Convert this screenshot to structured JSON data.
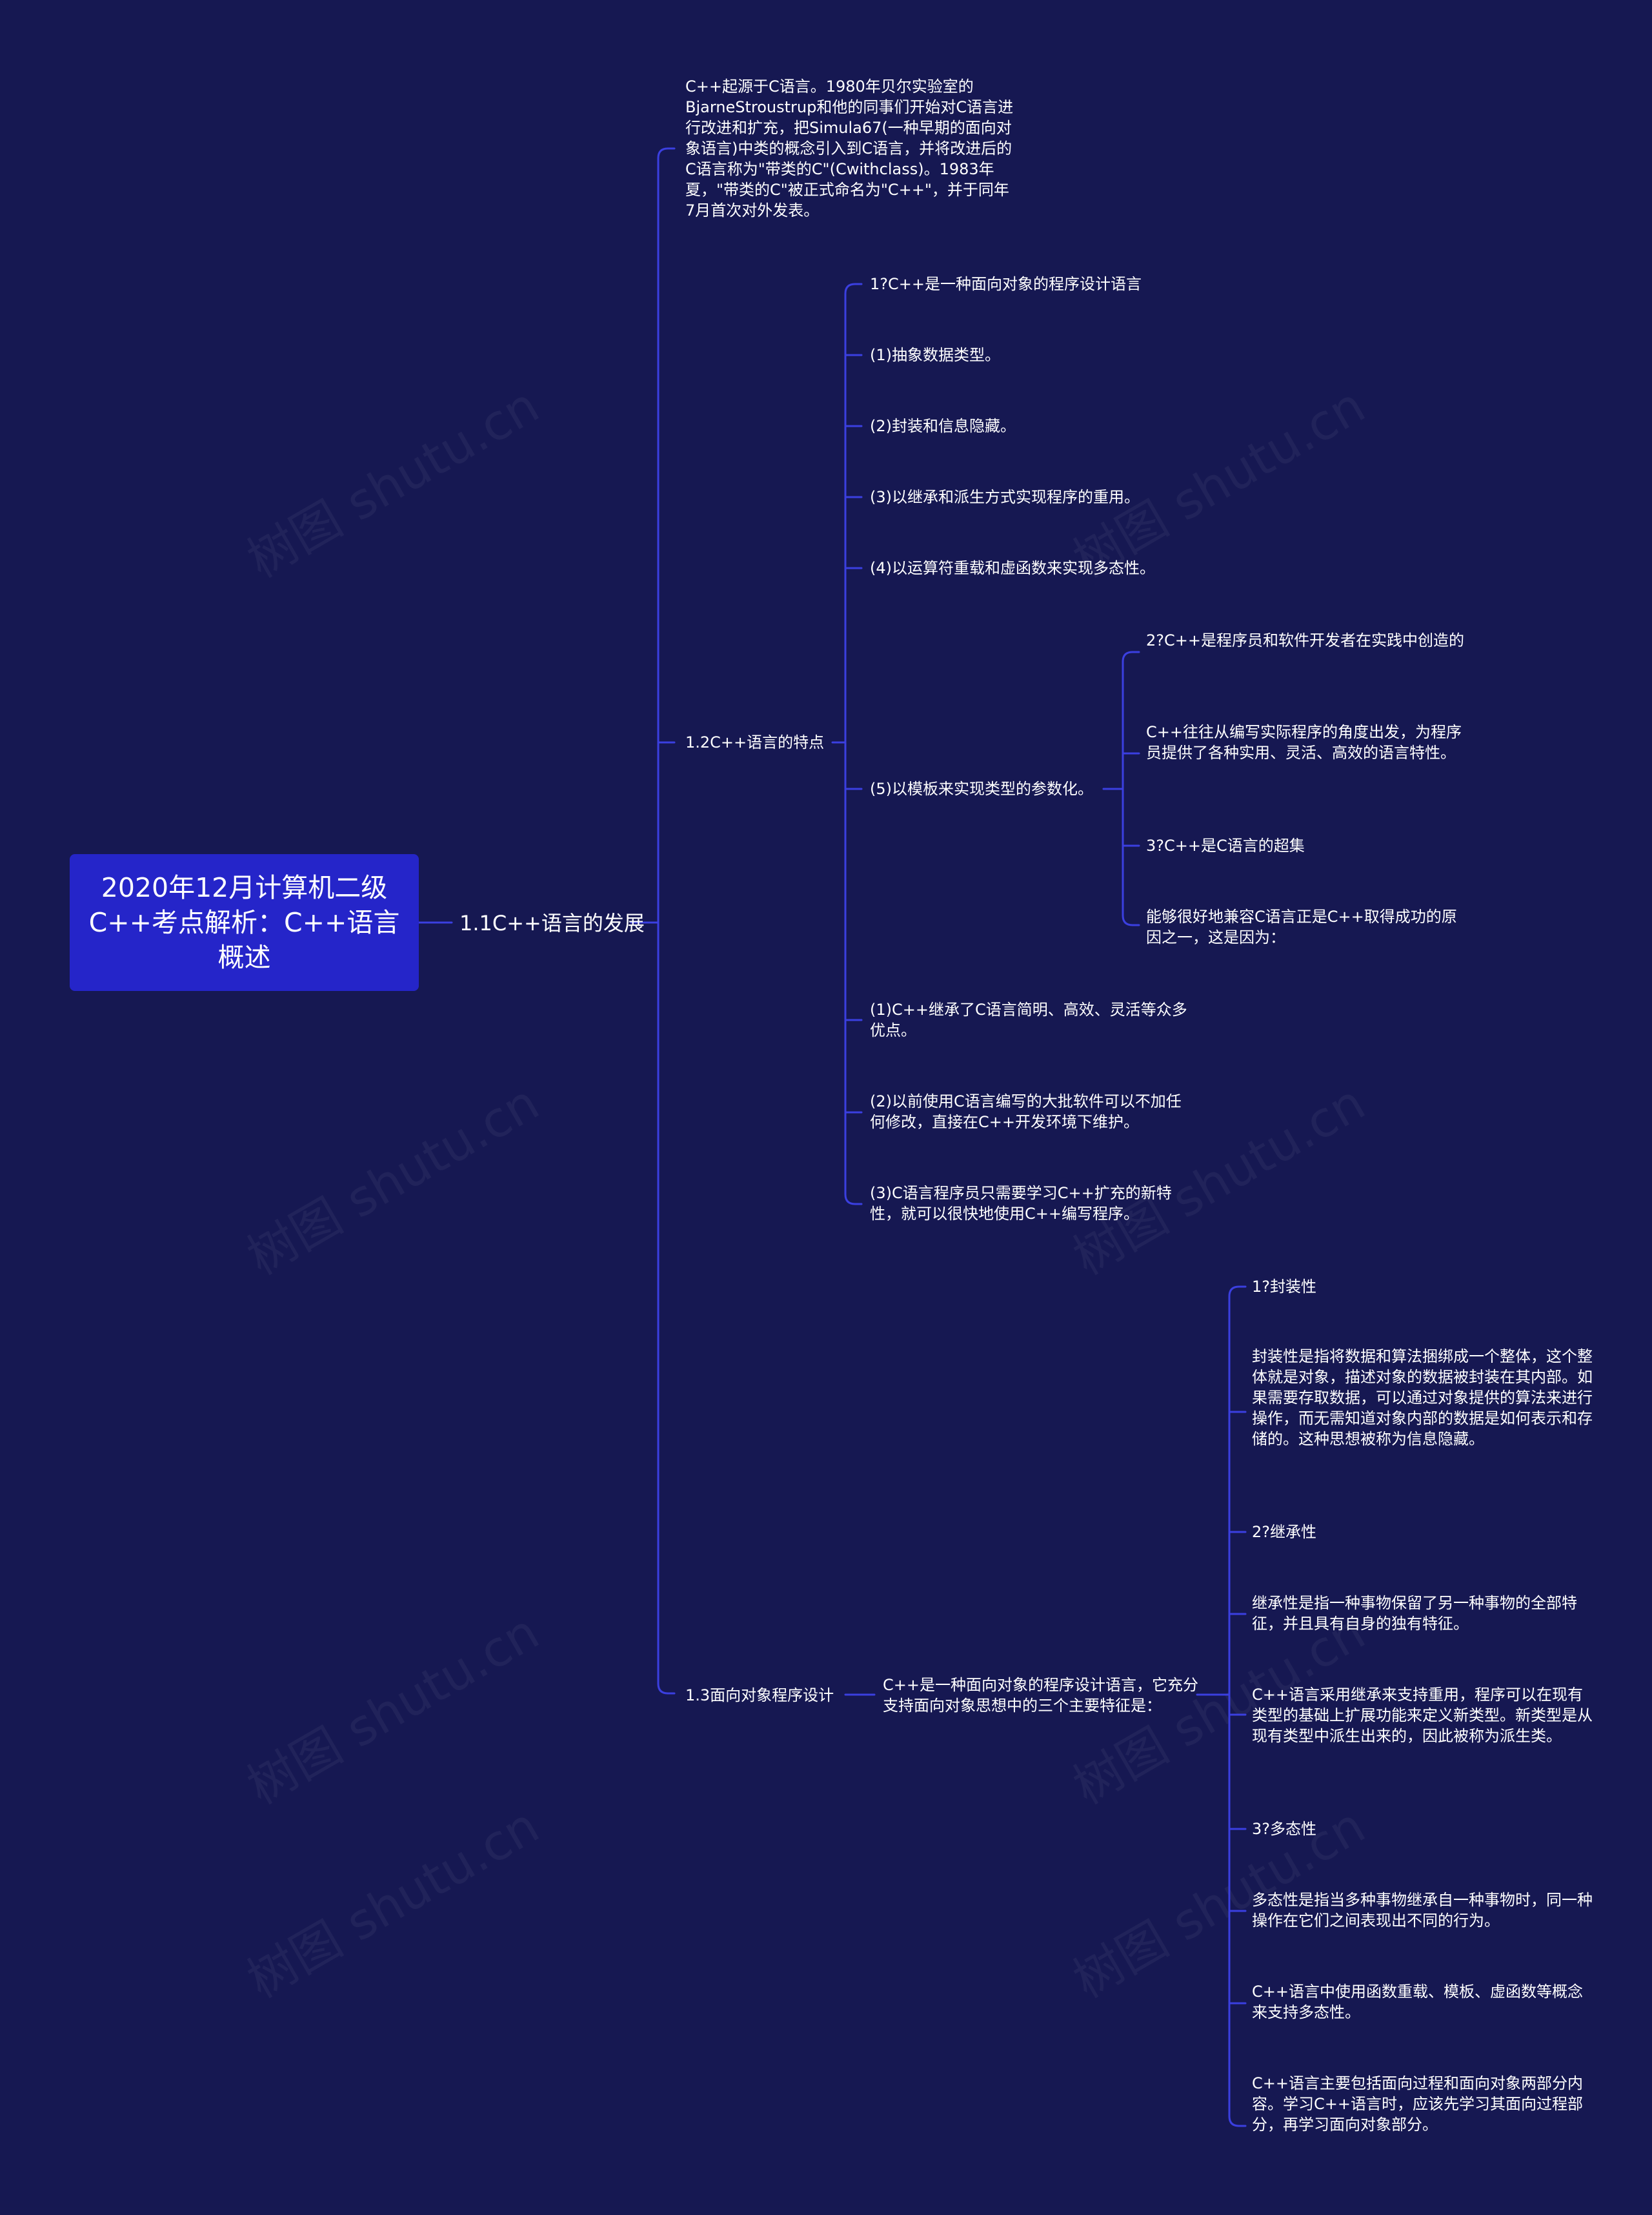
{
  "watermark": "树图 shutu.cn",
  "colors": {
    "background": "#161852",
    "root_fill": "#2525c9",
    "line": "#3b3fe0",
    "text": "#ffffff"
  },
  "root": {
    "title": "2020年12月计算机二级C++考点解析：C++语言概述"
  },
  "section": {
    "label": "1.1C++语言的发展"
  },
  "history": {
    "text": "C++起源于C语言。1980年贝尔实验室的BjarneStroustrup和他的同事们开始对C语言进行改进和扩充，把Simula67(一种早期的面向对象语言)中类的概念引入到C语言，并将改进后的C语言称为\"带类的C\"(Cwithclass)。1983年夏，\"带类的C\"被正式命名为\"C++\"，并于同年7月首次对外发表。"
  },
  "features": {
    "label": "1.2C++语言的特点",
    "items": [
      "1?C++是一种面向对象的程序设计语言",
      "(1)抽象数据类型。",
      "(2)封装和信息隐藏。",
      "(3)以继承和派生方式实现程序的重用。",
      "(4)以运算符重载和虚函数来实现多态性。",
      "(5)以模板来实现类型的参数化。",
      "(1)C++继承了C语言简明、高效、灵活等众多优点。",
      "(2)以前使用C语言编写的大批软件可以不加任何修改，直接在C++开发环境下维护。",
      "(3)C语言程序员只需要学习C++扩充的新特性，就可以很快地使用C++编写程序。"
    ],
    "template_children": [
      "2?C++是程序员和软件开发者在实践中创造的",
      "C++往往从编写实际程序的角度出发，为程序员提供了各种实用、灵活、高效的语言特性。",
      "3?C++是C语言的超集",
      "能够很好地兼容C语言正是C++取得成功的原因之一，这是因为："
    ]
  },
  "oop": {
    "label": "1.3面向对象程序设计",
    "intro": "C++是一种面向对象的程序设计语言，它充分支持面向对象思想中的三个主要特征是：",
    "items": [
      "1?封装性",
      "封装性是指将数据和算法捆绑成一个整体，这个整体就是对象，描述对象的数据被封装在其内部。如果需要存取数据，可以通过对象提供的算法来进行操作，而无需知道对象内部的数据是如何表示和存储的。这种思想被称为信息隐藏。",
      "2?继承性",
      "继承性是指一种事物保留了另一种事物的全部特征，并且具有自身的独有特征。",
      "C++语言采用继承来支持重用，程序可以在现有类型的基础上扩展功能来定义新类型。新类型是从现有类型中派生出来的，因此被称为派生类。",
      "3?多态性",
      "多态性是指当多种事物继承自一种事物时，同一种操作在它们之间表现出不同的行为。",
      "C++语言中使用函数重载、模板、虚函数等概念来支持多态性。",
      "C++语言主要包括面向过程和面向对象两部分内容。学习C++语言时，应该先学习其面向过程部分，再学习面向对象部分。"
    ]
  }
}
